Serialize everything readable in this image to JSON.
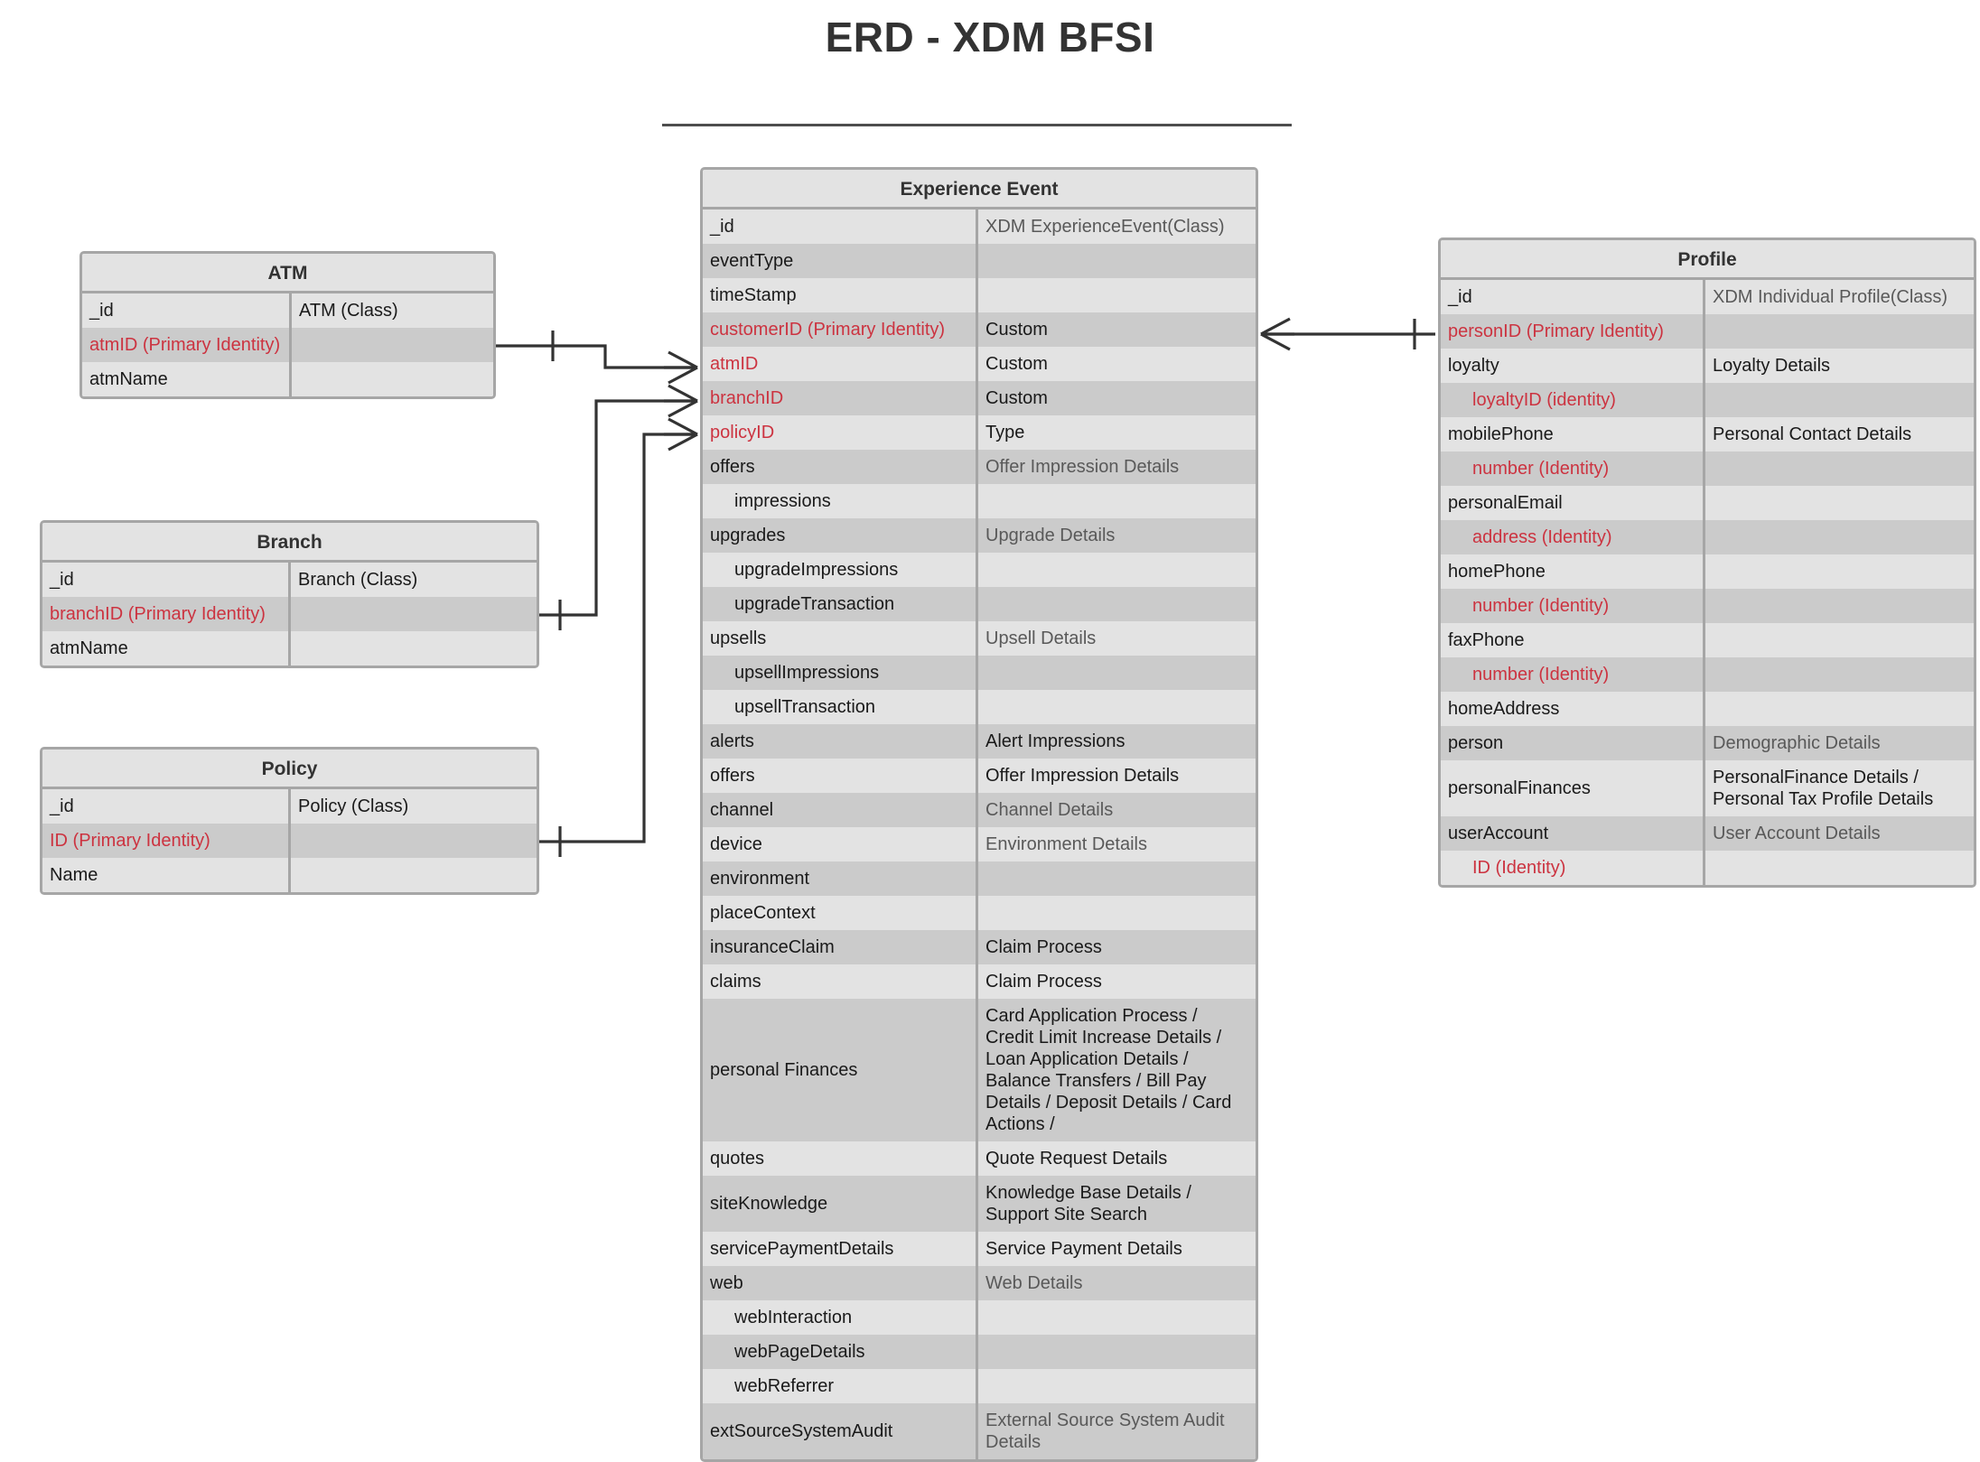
{
  "page": {
    "title": "ERD - XDM BFSI"
  },
  "entities": {
    "atm": {
      "title": "ATM",
      "rows": [
        {
          "name": "_id",
          "type": "ATM (Class)",
          "pk": false,
          "indent": false,
          "muted": false
        },
        {
          "name": "atmID (Primary Identity)",
          "type": "",
          "pk": true,
          "indent": false,
          "muted": false
        },
        {
          "name": "atmName",
          "type": "",
          "pk": false,
          "indent": false,
          "muted": false
        }
      ]
    },
    "branch": {
      "title": "Branch",
      "rows": [
        {
          "name": "_id",
          "type": "Branch (Class)",
          "pk": false,
          "indent": false,
          "muted": false
        },
        {
          "name": "branchID (Primary Identity)",
          "type": "",
          "pk": true,
          "indent": false,
          "muted": false
        },
        {
          "name": "atmName",
          "type": "",
          "pk": false,
          "indent": false,
          "muted": false
        }
      ]
    },
    "policy": {
      "title": "Policy",
      "rows": [
        {
          "name": "_id",
          "type": "Policy (Class)",
          "pk": false,
          "indent": false,
          "muted": false
        },
        {
          "name": "ID (Primary Identity)",
          "type": "",
          "pk": true,
          "indent": false,
          "muted": false
        },
        {
          "name": "Name",
          "type": "",
          "pk": false,
          "indent": false,
          "muted": false
        }
      ]
    },
    "experience_event": {
      "title": "Experience Event",
      "rows": [
        {
          "name": "_id",
          "type": "XDM ExperienceEvent(Class)",
          "pk": false,
          "indent": false,
          "muted": true
        },
        {
          "name": "eventType",
          "type": "",
          "pk": false,
          "indent": false,
          "muted": false
        },
        {
          "name": "timeStamp",
          "type": "",
          "pk": false,
          "indent": false,
          "muted": false
        },
        {
          "name": "customerID (Primary Identity)",
          "type": "Custom",
          "pk": true,
          "indent": false,
          "muted": false
        },
        {
          "name": "atmID",
          "type": "Custom",
          "pk": true,
          "indent": false,
          "muted": false
        },
        {
          "name": "branchID",
          "type": "Custom",
          "pk": true,
          "indent": false,
          "muted": false
        },
        {
          "name": "policyID",
          "type": "Type",
          "pk": true,
          "indent": false,
          "muted": false
        },
        {
          "name": "offers",
          "type": "Offer Impression Details",
          "pk": false,
          "indent": false,
          "muted": true
        },
        {
          "name": "impressions",
          "type": "",
          "pk": false,
          "indent": true,
          "muted": false
        },
        {
          "name": "upgrades",
          "type": "Upgrade Details",
          "pk": false,
          "indent": false,
          "muted": true
        },
        {
          "name": "upgradeImpressions",
          "type": "",
          "pk": false,
          "indent": true,
          "muted": false
        },
        {
          "name": "upgradeTransaction",
          "type": "",
          "pk": false,
          "indent": true,
          "muted": false
        },
        {
          "name": "upsells",
          "type": "Upsell Details",
          "pk": false,
          "indent": false,
          "muted": true
        },
        {
          "name": "upsellImpressions",
          "type": "",
          "pk": false,
          "indent": true,
          "muted": false
        },
        {
          "name": "upsellTransaction",
          "type": "",
          "pk": false,
          "indent": true,
          "muted": false
        },
        {
          "name": "alerts",
          "type": "Alert Impressions",
          "pk": false,
          "indent": false,
          "muted": false
        },
        {
          "name": "offers",
          "type": "Offer Impression Details",
          "pk": false,
          "indent": false,
          "muted": false
        },
        {
          "name": "channel",
          "type": "Channel Details",
          "pk": false,
          "indent": false,
          "muted": true
        },
        {
          "name": "device",
          "type": "Environment Details",
          "pk": false,
          "indent": false,
          "muted": true
        },
        {
          "name": "environment",
          "type": "",
          "pk": false,
          "indent": false,
          "muted": false
        },
        {
          "name": "placeContext",
          "type": "",
          "pk": false,
          "indent": false,
          "muted": false
        },
        {
          "name": "insuranceClaim",
          "type": "Claim Process",
          "pk": false,
          "indent": false,
          "muted": false
        },
        {
          "name": "claims",
          "type": "Claim Process",
          "pk": false,
          "indent": false,
          "muted": false
        },
        {
          "name": "personal Finances",
          "type": "Card Application Process / Credit Limit Increase Details / Loan Application Details / Balance Transfers / Bill Pay Details /  Deposit Details / Card Actions /",
          "pk": false,
          "indent": false,
          "muted": false
        },
        {
          "name": "quotes",
          "type": "Quote Request Details",
          "pk": false,
          "indent": false,
          "muted": false
        },
        {
          "name": "siteKnowledge",
          "type": "Knowledge Base Details / Support Site Search",
          "pk": false,
          "indent": false,
          "muted": false
        },
        {
          "name": "servicePaymentDetails",
          "type": "Service Payment Details",
          "pk": false,
          "indent": false,
          "muted": false
        },
        {
          "name": "web",
          "type": "Web Details",
          "pk": false,
          "indent": false,
          "muted": true
        },
        {
          "name": "webInteraction",
          "type": "",
          "pk": false,
          "indent": true,
          "muted": false
        },
        {
          "name": "webPageDetails",
          "type": "",
          "pk": false,
          "indent": true,
          "muted": false
        },
        {
          "name": "webReferrer",
          "type": "",
          "pk": false,
          "indent": true,
          "muted": false
        },
        {
          "name": "extSourceSystemAudit",
          "type": "External Source System Audit Details",
          "pk": false,
          "indent": false,
          "muted": true
        }
      ]
    },
    "profile": {
      "title": "Profile",
      "rows": [
        {
          "name": "_id",
          "type": "XDM Individual Profile(Class)",
          "pk": false,
          "indent": false,
          "muted": true
        },
        {
          "name": "personID (Primary Identity)",
          "type": "",
          "pk": true,
          "indent": false,
          "muted": false
        },
        {
          "name": "loyalty",
          "type": "Loyalty Details",
          "pk": false,
          "indent": false,
          "muted": false
        },
        {
          "name": "loyaltyID (identity)",
          "type": "",
          "pk": true,
          "indent": true,
          "muted": false
        },
        {
          "name": "mobilePhone",
          "type": "Personal Contact Details",
          "pk": false,
          "indent": false,
          "muted": false
        },
        {
          "name": "number (Identity)",
          "type": "",
          "pk": true,
          "indent": true,
          "muted": false
        },
        {
          "name": "personalEmail",
          "type": "",
          "pk": false,
          "indent": false,
          "muted": false
        },
        {
          "name": "address (Identity)",
          "type": "",
          "pk": true,
          "indent": true,
          "muted": false
        },
        {
          "name": "homePhone",
          "type": "",
          "pk": false,
          "indent": false,
          "muted": false
        },
        {
          "name": "number (Identity)",
          "type": "",
          "pk": true,
          "indent": true,
          "muted": false
        },
        {
          "name": "faxPhone",
          "type": "",
          "pk": false,
          "indent": false,
          "muted": false
        },
        {
          "name": "number (Identity)",
          "type": "",
          "pk": true,
          "indent": true,
          "muted": false
        },
        {
          "name": "homeAddress",
          "type": "",
          "pk": false,
          "indent": false,
          "muted": false
        },
        {
          "name": "person",
          "type": "Demographic Details",
          "pk": false,
          "indent": false,
          "muted": true
        },
        {
          "name": "personalFinances",
          "type": "PersonalFinance Details / Personal Tax Profile Details",
          "pk": false,
          "indent": false,
          "muted": false
        },
        {
          "name": "userAccount",
          "type": "User Account Details",
          "pk": false,
          "indent": false,
          "muted": true
        },
        {
          "name": "ID (Identity)",
          "type": "",
          "pk": true,
          "indent": true,
          "muted": false
        }
      ]
    }
  },
  "relationships": [
    {
      "name": "atm-to-experience-event",
      "from": "ATM",
      "to": "Experience Event",
      "from_cardinality": "one",
      "to_cardinality": "many"
    },
    {
      "name": "branch-to-experience-event",
      "from": "Branch",
      "to": "Experience Event",
      "from_cardinality": "one",
      "to_cardinality": "many"
    },
    {
      "name": "policy-to-experience-event",
      "from": "Policy",
      "to": "Experience Event",
      "from_cardinality": "one",
      "to_cardinality": "many"
    },
    {
      "name": "experience-event-to-profile",
      "from": "Experience Event",
      "to": "Profile",
      "from_cardinality": "many",
      "to_cardinality": "one"
    }
  ],
  "colors": {
    "identity_red": "#cc3340",
    "row_light": "#e3e3e3",
    "row_dark": "#cbcbcb",
    "border_grey": "#a6a6a6",
    "text_dark": "#1a1a1a",
    "text_muted": "#595959",
    "title_dark": "#333333"
  }
}
